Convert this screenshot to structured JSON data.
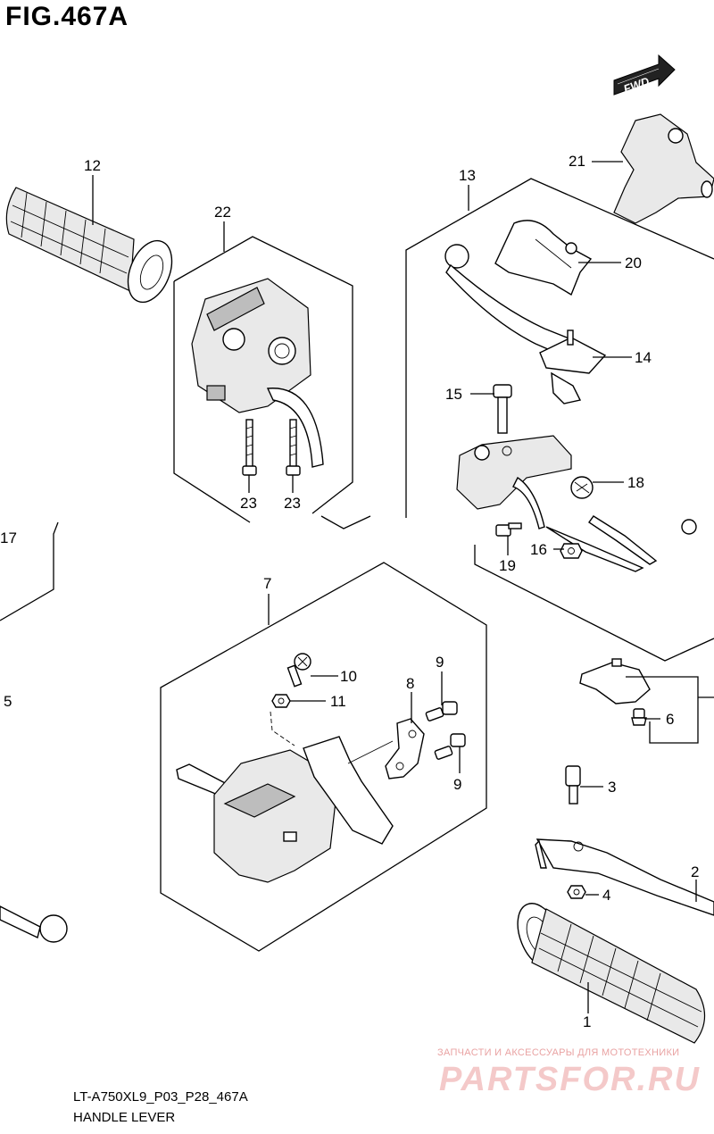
{
  "figure": {
    "title": "FIG.467A"
  },
  "direction_tag": {
    "label": "FWD"
  },
  "callouts": [
    {
      "id": "c12",
      "label": "12"
    },
    {
      "id": "c22",
      "label": "22"
    },
    {
      "id": "c13",
      "label": "13"
    },
    {
      "id": "c21",
      "label": "21"
    },
    {
      "id": "c20",
      "label": "20"
    },
    {
      "id": "c14",
      "label": "14"
    },
    {
      "id": "c15",
      "label": "15"
    },
    {
      "id": "c18",
      "label": "18"
    },
    {
      "id": "c16",
      "label": "16"
    },
    {
      "id": "c19",
      "label": "19"
    },
    {
      "id": "c23a",
      "label": "23"
    },
    {
      "id": "c23b",
      "label": "23"
    },
    {
      "id": "c17",
      "label": "17"
    },
    {
      "id": "c7",
      "label": "7"
    },
    {
      "id": "c10",
      "label": "10"
    },
    {
      "id": "c11",
      "label": "11"
    },
    {
      "id": "c9a",
      "label": "9"
    },
    {
      "id": "c8",
      "label": "8"
    },
    {
      "id": "c9b",
      "label": "9"
    },
    {
      "id": "c5",
      "label": "5"
    },
    {
      "id": "c6",
      "label": "6"
    },
    {
      "id": "c3",
      "label": "3"
    },
    {
      "id": "c2",
      "label": "2"
    },
    {
      "id": "c4",
      "label": "4"
    },
    {
      "id": "c1",
      "label": "1"
    }
  ],
  "footer": {
    "model_code": "LT-A750XL9_P03_P28_467A",
    "section_name": "HANDLE LEVER"
  },
  "watermark": {
    "tagline": "ЗАПЧАСТИ И АКСЕССУАРЫ ДЛЯ МОТОТЕХНИКИ",
    "brand": "PARTSFOR.RU"
  }
}
